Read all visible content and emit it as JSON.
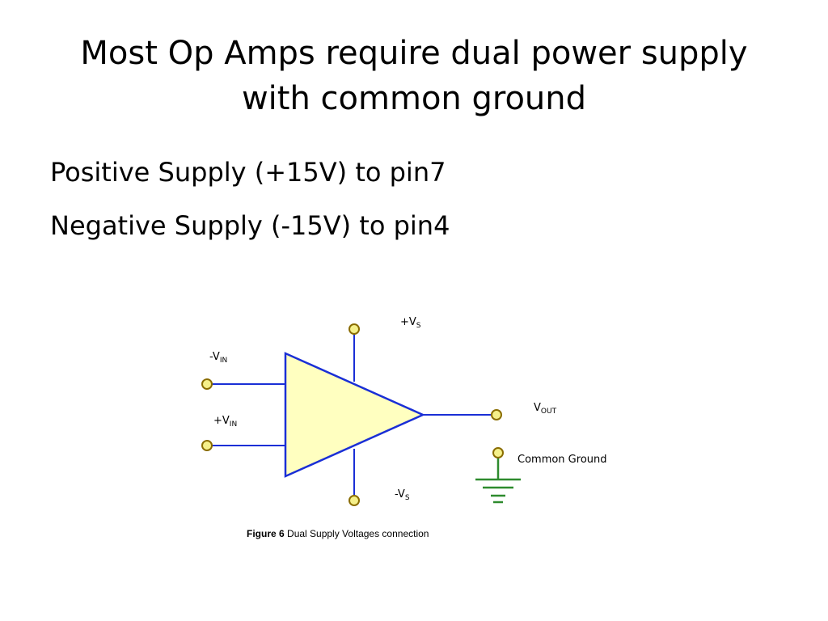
{
  "slide": {
    "title_line1": "Most Op Amps require dual power supply",
    "title_line2": "with common ground",
    "bullets": [
      "Positive Supply (+15V) to pin7",
      "Negative Supply (-15V) to pin4"
    ]
  },
  "diagram": {
    "labels": {
      "plus_vs_main": "+V",
      "plus_vs_sub": "S",
      "minus_vin_main": "-V",
      "minus_vin_sub": "IN",
      "plus_vin_main": "+V",
      "plus_vin_sub": "IN",
      "vout_main": "V",
      "vout_sub": "OUT",
      "minus_vs_main": "-V",
      "minus_vs_sub": "S",
      "common_ground": "Common Ground"
    },
    "colors": {
      "wire": "#1a2fd6",
      "amp_fill": "#ffffc0",
      "terminal_fill": "#f5f08a",
      "terminal_stroke": "#8a6d00",
      "ground": "#2e8b2e"
    }
  },
  "figure": {
    "caption_label": "Figure 6",
    "caption_text": " Dual Supply Voltages connection"
  }
}
